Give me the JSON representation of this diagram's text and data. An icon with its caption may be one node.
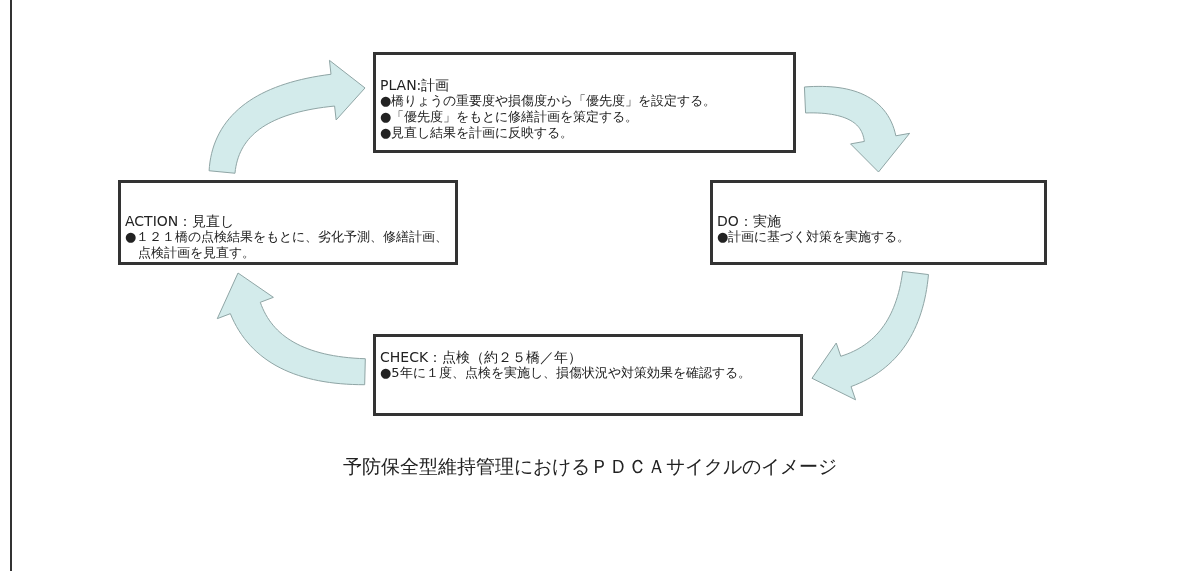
{
  "diagram": {
    "caption": "予防保全型維持管理におけるＰＤＣＡサイクルのイメージ",
    "nodes": [
      {
        "text": [
          "PLAN:計画",
          "●橋りょうの重要度や損傷度から「優先度」を設定する。",
          "●「優先度」をもとに修繕計画を策定する。",
          "●見直し結果を計画に反映する。"
        ]
      },
      {
        "text": [
          "DO：実施",
          "●計画に基づく対策を実施する。"
        ]
      },
      {
        "text": [
          "CHECK：点検（約２５橋／年）",
          "●5年に１度、点検を実施し、損傷状況や対策効果を確認する。"
        ]
      },
      {
        "text": [
          "ACTION：見直し",
          "●１２１橋の点検結果をもとに、劣化予測、修繕計画、点検計画を見直す。"
        ]
      }
    ],
    "edges": [
      {
        "from": 0,
        "to": 1,
        "arrow": "to"
      },
      {
        "from": 1,
        "to": 2,
        "arrow": "to"
      },
      {
        "from": 2,
        "to": 3,
        "arrow": "to"
      },
      {
        "from": 3,
        "to": 0,
        "arrow": "to"
      }
    ]
  }
}
